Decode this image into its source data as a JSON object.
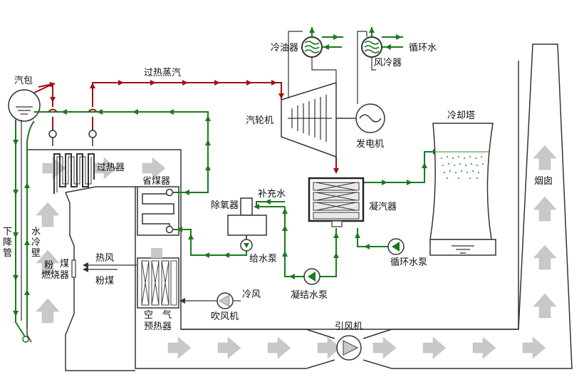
{
  "labels": {
    "drum": "汽包",
    "superheated_steam": "过热蒸汽",
    "oil_cooler": "冷油器",
    "air_cooler": "风冷器",
    "circulating_water": "循环水",
    "turbine": "汽轮机",
    "generator": "发电机",
    "cooling_tower": "冷却塔",
    "chimney": "烟囱",
    "superheater": "过热器",
    "economizer": "省煤器",
    "deaerator": "除氧器",
    "makeup_water": "补充水",
    "condenser": "凝汽器",
    "feed_pump": "给水泵",
    "condensate_pump": "凝结水泵",
    "circ_pump": "循环水泵",
    "downcomer_1": "下",
    "downcomer_2": "降",
    "downcomer_3": "管",
    "waterwall_1": "水",
    "waterwall_2": "冷",
    "waterwall_3": "壁",
    "burner_1": "粉",
    "burner_2": "煤",
    "burner_3": "燃烧器",
    "hot_air": "热风",
    "pulverized_coal": "粉煤",
    "cold_air": "冷风",
    "blower": "吹风机",
    "air_preheater_1": "空　气",
    "air_preheater_2": "预热器",
    "induced_fan": "引风机"
  },
  "colors": {
    "steam": "#a01010",
    "water": "#1a7a1a",
    "flue_arrow": "#c8c8c8",
    "structure": "#333333",
    "tower_drops": "#2a8a2a"
  }
}
